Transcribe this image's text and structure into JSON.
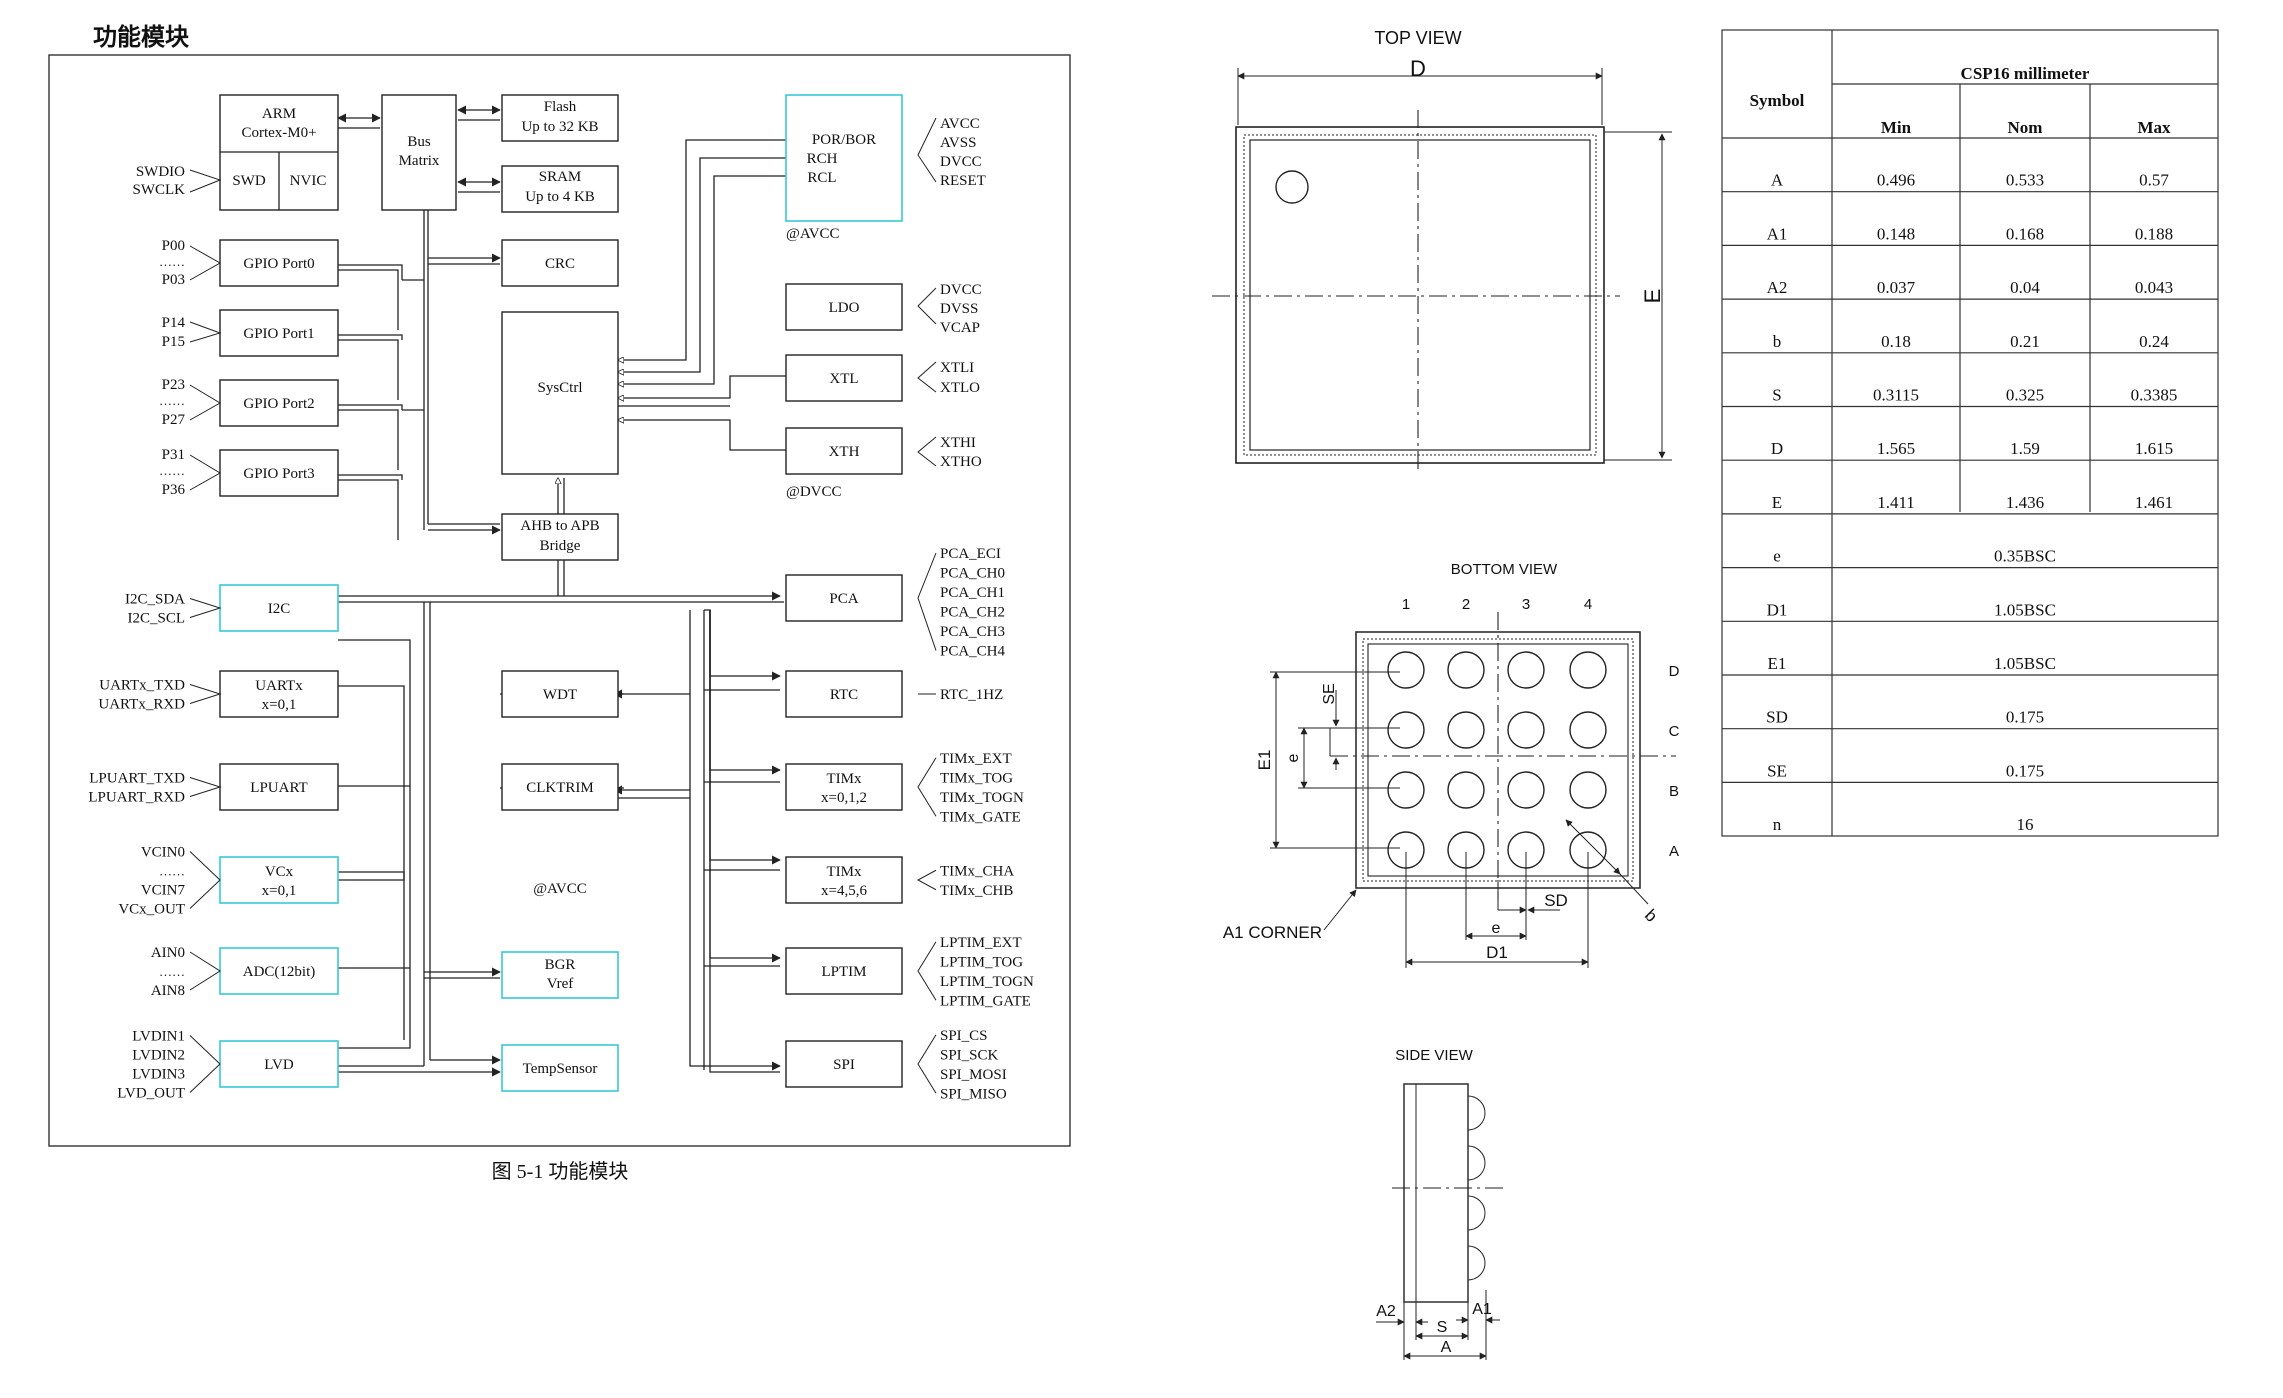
{
  "block_diagram": {
    "heading": "功能模块",
    "caption": "图  5-1  功能模块",
    "core": {
      "arm": [
        "ARM",
        "Cortex-M0+"
      ],
      "swd": "SWD",
      "nvic": "NVIC",
      "bus": [
        "Bus",
        "Matrix"
      ]
    },
    "memory": {
      "flash": [
        "Flash",
        "Up to 32 KB"
      ],
      "sram": [
        "SRAM",
        "Up to 4 KB"
      ],
      "crc": "CRC",
      "sysctrl": "SysCtrl",
      "bridge": [
        "AHB to APB",
        "Bridge"
      ]
    },
    "gpio": [
      {
        "label": "GPIO Port0",
        "pins": [
          "P00",
          "……",
          "P03"
        ]
      },
      {
        "label": "GPIO Port1",
        "pins": [
          "P14",
          "P15"
        ]
      },
      {
        "label": "GPIO Port2",
        "pins": [
          "P23",
          "……",
          "P27"
        ]
      },
      {
        "label": "GPIO Port3",
        "pins": [
          "P31",
          "……",
          "P36"
        ]
      }
    ],
    "swd_pins": [
      "SWDIO",
      "SWCLK"
    ],
    "power": {
      "por": [
        "POR/BOR",
        "RCH",
        "RCL"
      ],
      "por_pins": [
        "AVCC",
        "AVSS",
        "DVCC",
        "RESET"
      ],
      "avcc_note": "@AVCC",
      "ldo": "LDO",
      "ldo_pins": [
        "DVCC",
        "DVSS",
        "VCAP"
      ],
      "xtl": "XTL",
      "xtl_pins": [
        "XTLI",
        "XTLO"
      ],
      "xth": "XTH",
      "xth_pins": [
        "XTHI",
        "XTHO"
      ],
      "dvcc_note": "@DVCC"
    },
    "left_periph": [
      {
        "label": [
          "I2C"
        ],
        "pins": [
          "I2C_SDA",
          "I2C_SCL"
        ]
      },
      {
        "label": [
          "UARTx",
          "x=0,1"
        ],
        "pins": [
          "UARTx_TXD",
          "UARTx_RXD"
        ]
      },
      {
        "label": [
          "LPUART"
        ],
        "pins": [
          "LPUART_TXD",
          "LPUART_RXD"
        ]
      },
      {
        "label": [
          "VCx",
          "x=0,1"
        ],
        "pins": [
          "VCIN0",
          "……",
          "VCIN7",
          "VCx_OUT"
        ]
      },
      {
        "label": [
          "ADC(12bit)"
        ],
        "pins": [
          "AIN0",
          "……",
          "AIN8"
        ]
      },
      {
        "label": [
          "LVD"
        ],
        "pins": [
          "LVDIN1",
          "LVDIN2",
          "LVDIN3",
          "LVD_OUT"
        ]
      }
    ],
    "mid_periph": {
      "wdt": "WDT",
      "clktrim": "CLKTRIM",
      "avcc_note": "@AVCC",
      "bgr": [
        "BGR",
        "Vref"
      ],
      "temp": "TempSensor"
    },
    "right_periph": [
      {
        "label": [
          "PCA"
        ],
        "pins": [
          "PCA_ECI",
          "PCA_CH0",
          "PCA_CH1",
          "PCA_CH2",
          "PCA_CH3",
          "PCA_CH4"
        ]
      },
      {
        "label": [
          "RTC"
        ],
        "pins": [
          "RTC_1HZ"
        ]
      },
      {
        "label": [
          "TIMx",
          "x=0,1,2"
        ],
        "pins": [
          "TIMx_EXT",
          "TIMx_TOG",
          "TIMx_TOGN",
          "TIMx_GATE"
        ]
      },
      {
        "label": [
          "TIMx",
          "x=4,5,6"
        ],
        "pins": [
          "TIMx_CHA",
          "TIMx_CHB"
        ]
      },
      {
        "label": [
          "LPTIM"
        ],
        "pins": [
          "LPTIM_EXT",
          "LPTIM_TOG",
          "LPTIM_TOGN",
          "LPTIM_GATE"
        ]
      },
      {
        "label": [
          "SPI"
        ],
        "pins": [
          "SPI_CS",
          "SPI_SCK",
          "SPI_MOSI",
          "SPI_MISO"
        ]
      }
    ]
  },
  "package": {
    "top_view": {
      "title": "TOP VIEW",
      "d": "D",
      "e": "E"
    },
    "bottom_view": {
      "title": "BOTTOM VIEW",
      "cols": [
        "1",
        "2",
        "3",
        "4"
      ],
      "rows": [
        "D",
        "C",
        "B",
        "A"
      ],
      "labels": {
        "se": "SE",
        "e1": "E1",
        "e": "e",
        "sd": "SD",
        "b": "b",
        "d1": "D1",
        "corner": "A1 CORNER"
      }
    },
    "side_view": {
      "title": "SIDE VIEW",
      "a2": "A2",
      "a1": "A1",
      "s": "S",
      "a": "A"
    }
  },
  "dimensions_table": {
    "symbol_header": "Symbol",
    "package_header": "CSP16 millimeter",
    "cols": [
      "Min",
      "Nom",
      "Max"
    ],
    "rows": [
      {
        "symbol": "A",
        "min": "0.496",
        "nom": "0.533",
        "max": "0.57"
      },
      {
        "symbol": "A1",
        "min": "0.148",
        "nom": "0.168",
        "max": "0.188"
      },
      {
        "symbol": "A2",
        "min": "0.037",
        "nom": "0.04",
        "max": "0.043"
      },
      {
        "symbol": "b",
        "min": "0.18",
        "nom": "0.21",
        "max": "0.24"
      },
      {
        "symbol": "S",
        "min": "0.3115",
        "nom": "0.325",
        "max": "0.3385"
      },
      {
        "symbol": "D",
        "min": "1.565",
        "nom": "1.59",
        "max": "1.615"
      },
      {
        "symbol": "E",
        "min": "1.411",
        "nom": "1.436",
        "max": "1.461"
      },
      {
        "symbol": "e",
        "value": "0.35BSC"
      },
      {
        "symbol": "D1",
        "value": "1.05BSC"
      },
      {
        "symbol": "E1",
        "value": "1.05BSC"
      },
      {
        "symbol": "SD",
        "value": "0.175"
      },
      {
        "symbol": "SE",
        "value": "0.175"
      },
      {
        "symbol": "n",
        "value": "16"
      }
    ]
  }
}
